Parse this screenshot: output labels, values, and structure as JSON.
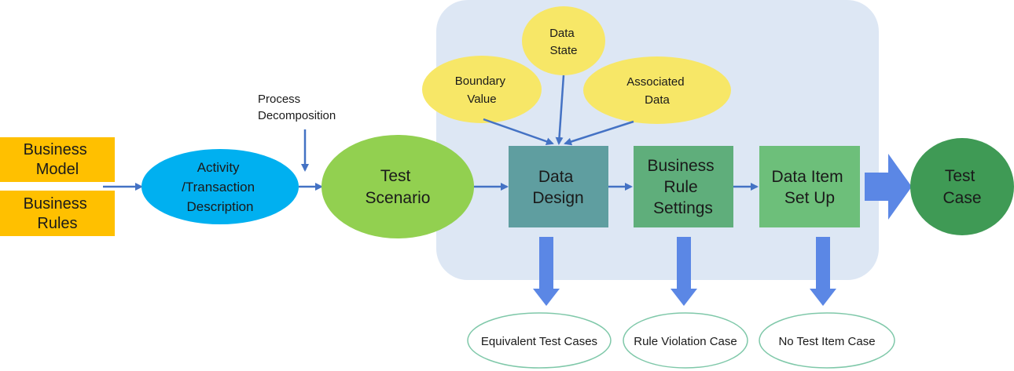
{
  "colors": {
    "orange": "#ffc000",
    "cyan": "#00b0f0",
    "light_green": "#92d050",
    "yellow": "#f7e767",
    "teal": "#5f9ea0",
    "mid_green": "#5fae7b",
    "green": "#6dbf7a",
    "dark_green": "#3f9a55",
    "panel": "#dde7f4",
    "arrow": "#4472c4",
    "block_arrow": "#5b87e5",
    "outline_green": "#7fc8a9"
  },
  "inputs": {
    "business_model": [
      "Business",
      "Model"
    ],
    "business_rules": [
      "Business",
      "Rules"
    ]
  },
  "activity": [
    "Activity",
    "/Transaction",
    "Description"
  ],
  "process_decomposition": [
    "Process",
    "Decomposition"
  ],
  "test_scenario": [
    "Test",
    "Scenario"
  ],
  "factors": {
    "data_state": [
      "Data",
      "State"
    ],
    "boundary_value": [
      "Boundary",
      "Value"
    ],
    "associated_data": [
      "Associated",
      "Data"
    ]
  },
  "steps": {
    "data_design": [
      "Data",
      "Design"
    ],
    "business_rule_settings": [
      "Business",
      "Rule",
      "Settings"
    ],
    "data_item_set_up": [
      "Data Item",
      "Set Up"
    ]
  },
  "test_case": [
    "Test",
    "Case"
  ],
  "outputs": {
    "equivalent": "Equivalent Test Cases",
    "rule_violation": "Rule Violation Case",
    "no_test_item": "No Test Item Case"
  }
}
